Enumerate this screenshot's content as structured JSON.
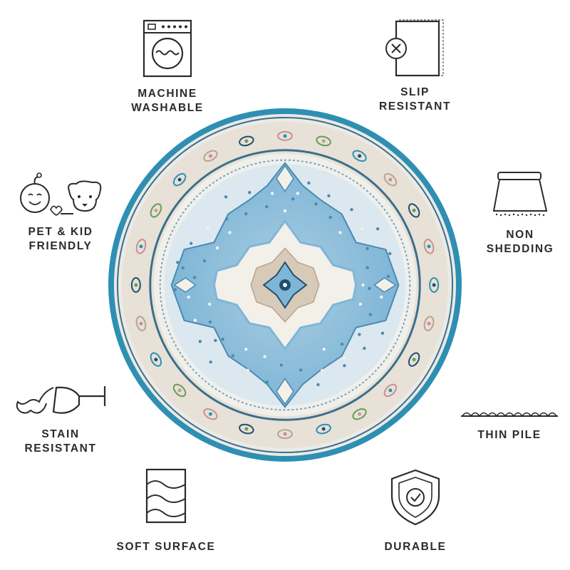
{
  "features": {
    "machine_washable": {
      "line1": "MACHINE",
      "line2": "WASHABLE",
      "icon": "washing-machine-icon"
    },
    "slip_resistant": {
      "line1": "SLIP",
      "line2": "RESISTANT",
      "icon": "slip-resistant-pad-icon"
    },
    "pet_kid_friendly": {
      "line1": "PET & KID",
      "line2": "FRIENDLY",
      "icon": "kid-and-dog-icon"
    },
    "non_shedding": {
      "line1": "NON",
      "line2": "SHEDDING",
      "icon": "non-shedding-rug-icon"
    },
    "stain_resistant": {
      "line1": "STAIN",
      "line2": "RESISTANT",
      "icon": "spilled-wine-glass-icon"
    },
    "thin_pile": {
      "line1": "THIN PILE",
      "icon": "thin-pile-icon"
    },
    "soft_surface": {
      "line1": "SOFT SURFACE",
      "icon": "soft-surface-waves-icon"
    },
    "durable": {
      "line1": "DURABLE",
      "icon": "shield-check-icon"
    }
  },
  "colors": {
    "text": "#2b2b2b",
    "rug_outer_blue": "#2e8fb3",
    "rug_field_blue": "#7fb6d6",
    "rug_cream": "#ece8e0",
    "rug_tan": "#c9b8a4",
    "rug_navy": "#1f4f6e"
  }
}
